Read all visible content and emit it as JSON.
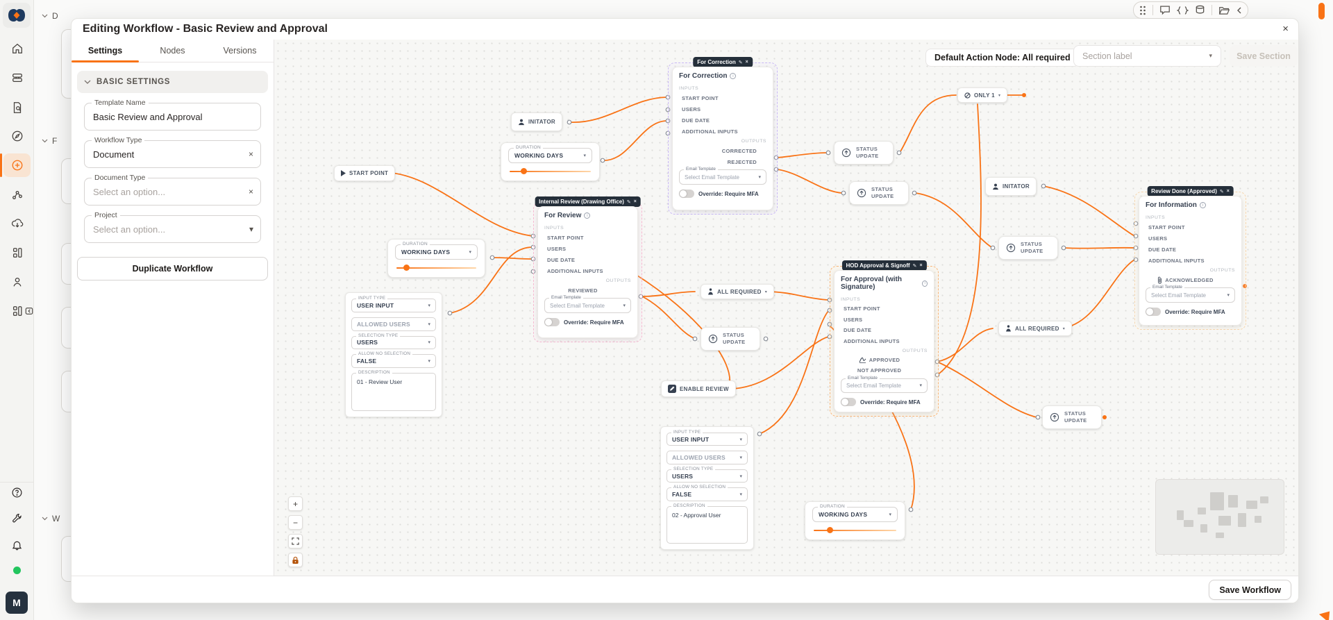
{
  "icons": {
    "edit": "✎",
    "close": "×",
    "chevron": "▾",
    "info": "i",
    "play": "▶",
    "plus": "+",
    "minus": "−",
    "fit": "⛶",
    "lock": "🔓"
  },
  "sidebar": {
    "avatar": "M"
  },
  "background": {
    "section_d": "D",
    "section_f": "F",
    "section_w": "W"
  },
  "modal": {
    "title": "Editing Workflow - Basic Review and Approval",
    "tabs": [
      {
        "label": "Settings"
      },
      {
        "label": "Nodes"
      },
      {
        "label": "Versions"
      }
    ],
    "settings": {
      "section": "BASIC SETTINGS",
      "template_name_label": "Template Name",
      "template_name_value": "Basic Review and Approval",
      "workflow_type_label": "Workflow Type",
      "workflow_type_value": "Document",
      "document_type_label": "Document Type",
      "document_type_placeholder": "Select an option...",
      "project_label": "Project",
      "project_placeholder": "Select an option...",
      "duplicate_button": "Duplicate Workflow"
    },
    "canvas_header": {
      "default_action": "Default Action Node: All required",
      "section_label": "Section label",
      "save_section": "Save Section"
    },
    "footer": {
      "save_workflow": "Save Workflow"
    }
  },
  "canvas": {
    "labels": {
      "inputs": "INPUTS",
      "outputs": "OUTPUTS",
      "email_template": "Email Template",
      "email_placeholder": "Select Email Template",
      "mfa": "Override: Require MFA",
      "duration": "DURATION",
      "working_days": "WORKING DAYS",
      "status_line1": "STATUS",
      "status_line2": "UPDATE"
    },
    "big_nodes": [
      {
        "badge": "For Correction",
        "title": "For Correction",
        "inputs": [
          "START POINT",
          "USERS",
          "DUE DATE",
          "ADDITIONAL INPUTS"
        ],
        "outputs": [
          "CORRECTED",
          "REJECTED"
        ]
      },
      {
        "badge": "Internal Review (Drawing Office)",
        "title": "For Review",
        "inputs": [
          "START POINT",
          "USERS",
          "DUE DATE",
          "ADDITIONAL INPUTS"
        ],
        "outputs": [
          "REVIEWED"
        ]
      },
      {
        "badge": "HOD Approval & Signoff",
        "title": "For Approval (with Signature)",
        "inputs": [
          "START POINT",
          "USERS",
          "DUE DATE",
          "ADDITIONAL INPUTS"
        ],
        "outputs": [
          "APPROVED",
          "NOT APPROVED"
        ]
      },
      {
        "badge": "Review Done (Approved)",
        "title": "For Information",
        "inputs": [
          "START POINT",
          "USERS",
          "DUE DATE",
          "ADDITIONAL INPUTS"
        ],
        "outputs": [
          "ACKNOWLEDGED"
        ]
      }
    ],
    "pill_nodes": {
      "start_point": "START POINT",
      "initiator": "INITATOR",
      "only_one": "ONLY 1",
      "all_required": "ALL REQUIRED",
      "enable_review": "ENABLE REVIEW"
    },
    "user_input_panels": [
      {
        "input_type_label": "INPUT TYPE",
        "input_type_value": "USER INPUT",
        "allowed_users": "ALLOWED USERS",
        "selection_type_label": "SELECTION TYPE",
        "selection_type_value": "USERS",
        "allow_no_selection_label": "ALLOW NO SELECTION",
        "allow_no_selection_value": "FALSE",
        "description_label": "DESCRIPTION",
        "description_value": "01 - Review User"
      },
      {
        "input_type_label": "INPUT TYPE",
        "input_type_value": "USER INPUT",
        "allowed_users": "ALLOWED USERS",
        "selection_type_label": "SELECTION TYPE",
        "selection_type_value": "USERS",
        "allow_no_selection_label": "ALLOW NO SELECTION",
        "allow_no_selection_value": "FALSE",
        "description_label": "DESCRIPTION",
        "description_value": "02 - Approval User"
      }
    ],
    "colors": {
      "accent": "#f97316",
      "badge": "#252f3a",
      "edge": "#f97316"
    }
  }
}
